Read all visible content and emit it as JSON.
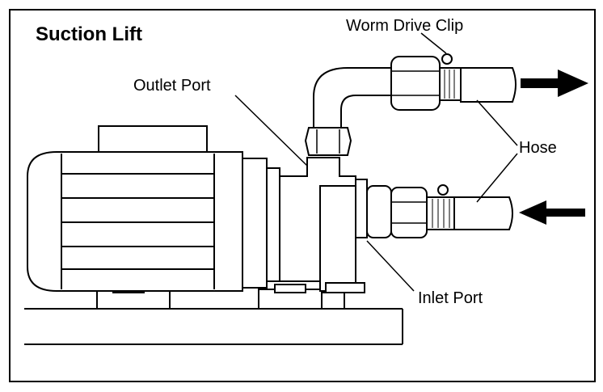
{
  "title": "Suction Lift",
  "labels": {
    "worm_drive_clip": "Worm Drive Clip",
    "outlet_port": "Outlet Port",
    "hose": "Hose",
    "inlet_port": "Inlet Port"
  },
  "icons": {
    "outflow_arrow": "arrow-right-icon",
    "inflow_arrow": "arrow-left-icon"
  },
  "colors": {
    "ink": "#000000",
    "paper": "#ffffff"
  }
}
